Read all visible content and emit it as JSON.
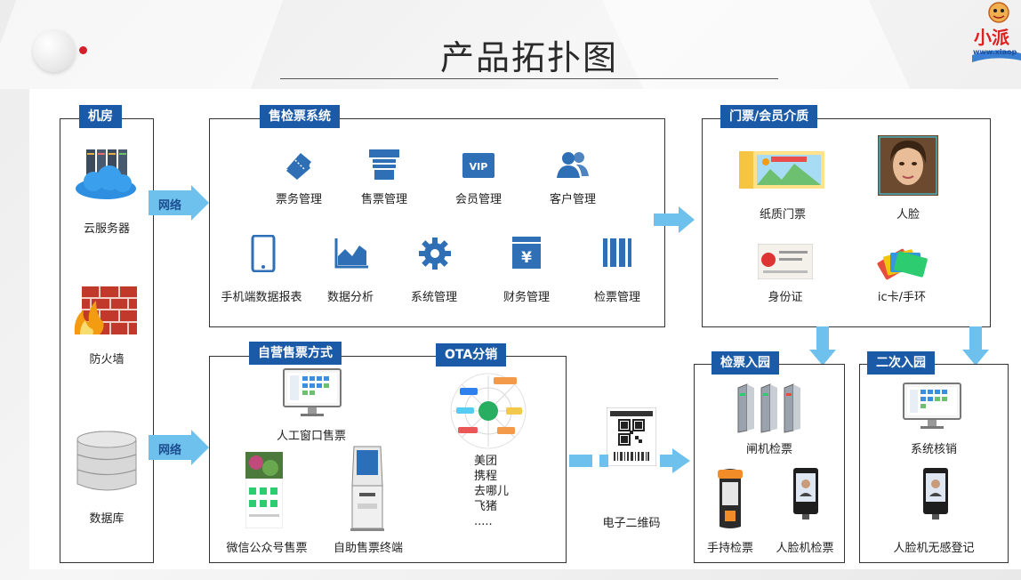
{
  "header": {
    "title": "产品拓扑图",
    "brand_text": "小派",
    "brand_url": "www.xiaop"
  },
  "server_room": {
    "tag": "机房",
    "items": [
      "云服务器",
      "防火墙",
      "数据库"
    ]
  },
  "network_label": "网络",
  "ticketing_system": {
    "tag": "售检票系统",
    "modules": [
      "票务管理",
      "售票管理",
      "会员管理",
      "客户管理",
      "手机端数据报表",
      "数据分析",
      "系统管理",
      "财务管理",
      "检票管理"
    ],
    "vip_text": "VIP",
    "yen_text": "¥"
  },
  "media": {
    "tag": "门票/会员介质",
    "items": [
      "纸质门票",
      "人脸",
      "身份证",
      "ic卡/手环"
    ]
  },
  "self_sales": {
    "tag": "自营售票方式",
    "items": [
      "人工窗口售票",
      "微信公众号售票",
      "自助售票终端"
    ]
  },
  "ota": {
    "tag": "OTA分销",
    "list": [
      "美团",
      "携程",
      "去哪儿",
      "飞猪",
      "....."
    ]
  },
  "qr_label": "电子二维码",
  "check_in": {
    "tag": "检票入园",
    "items": [
      "闸机检票",
      "手持检票",
      "人脸机检票"
    ]
  },
  "second_entry": {
    "tag": "二次入园",
    "items": [
      "系统核销",
      "人脸机无感登记"
    ]
  },
  "colors": {
    "tag_blue": "#1b5aa6",
    "arrow_blue": "#6ec1ec",
    "icon_blue": "#2f6fb5"
  }
}
